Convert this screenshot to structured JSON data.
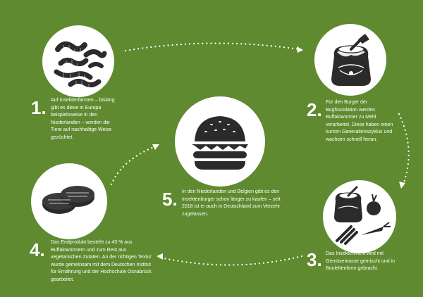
{
  "colors": {
    "background": "#5f8a2f",
    "circle": "#ffffff",
    "icon": "#2b2b2b",
    "text": "#ffffff"
  },
  "steps": [
    {
      "number": "1.",
      "icon": "mealworms-icon",
      "text": "Auf Insektenfarmen – bislang gibt es diese in Europa beispielsweise in den Niederlanden – werden die Tiere auf nachhaltige Weise gezüchtet."
    },
    {
      "number": "2.",
      "icon": "flour-sack-icon",
      "text": "Für den Burger der Bugfoundation werden Buffalowürmer zu Mehl verarbeitet. Diese haben einen kurzen Generationszyklus und wachsen schnell heran."
    },
    {
      "number": "3.",
      "icon": "flour-vegetables-icon",
      "text": "Das Insektenmehl wird mit Gemüsemasse gemischt und in Boulettenform gebracht."
    },
    {
      "number": "4.",
      "icon": "patties-icon",
      "text": "Das Endprodukt besteht zu 43 % aus Buffalowürmern und zum Rest aus vegetarischen Zutaten. An der richtigen Textur wurde gemeinsam mit dem Deutschen Institut für Ernährung und der Hochschule Osnabrück gearbeitet."
    },
    {
      "number": "5.",
      "icon": "burger-icon",
      "text": "In den Niederlanden und Belgien gibt es den Insektenburger schon länger zu kaufen – seit 2018 ist er auch in Deutschland zum Verzehr zugelassen."
    }
  ]
}
